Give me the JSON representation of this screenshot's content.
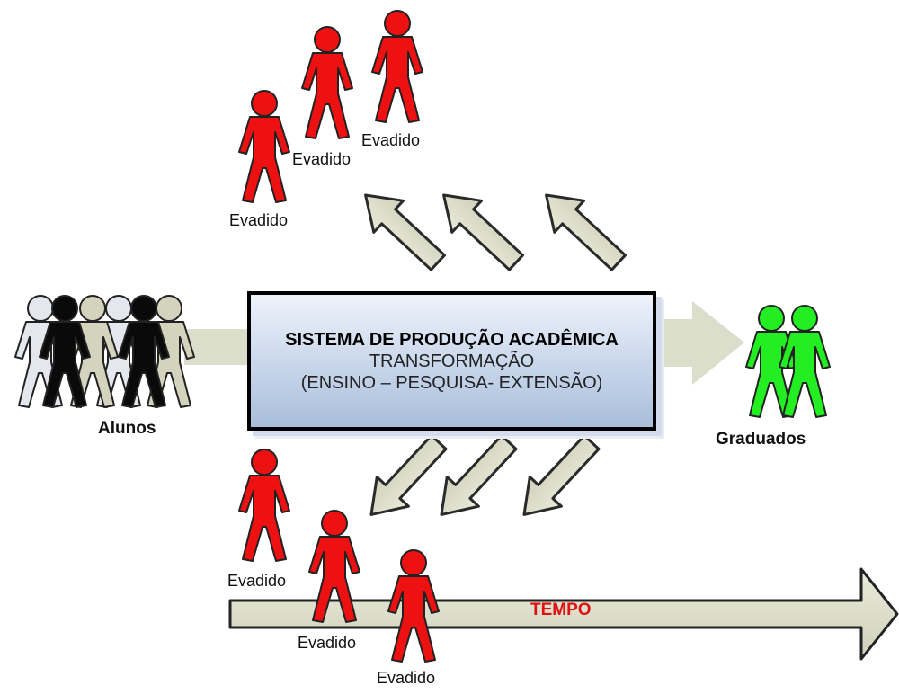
{
  "diagram": {
    "box": {
      "title": "SISTEMA DE PRODUÇÃO ACADÊMICA",
      "line2": "TRANSFORMAÇÃO",
      "line3": "(ENSINO – PESQUISA- EXTENSÃO)"
    },
    "input_label": "Alunos",
    "output_label": "Graduados",
    "dropout_label": "Evadido",
    "timeline_label": "TEMPO",
    "dropouts_top": [
      "Evadido",
      "Evadido",
      "Evadido"
    ],
    "dropouts_bottom": [
      "Evadido",
      "Evadido",
      "Evadido"
    ]
  },
  "colors": {
    "dropout": "#ee1111",
    "graduate": "#22ee22",
    "student_light": "#dfe3ea",
    "student_dark": "#0a0a0a",
    "student_beige": "#d4d4be",
    "arrow_fill": "#dddfcd",
    "tempo_text": "#e01010",
    "box_fill": "#c7d5ea"
  },
  "icons": [
    "person-icon",
    "arrow-icon"
  ]
}
